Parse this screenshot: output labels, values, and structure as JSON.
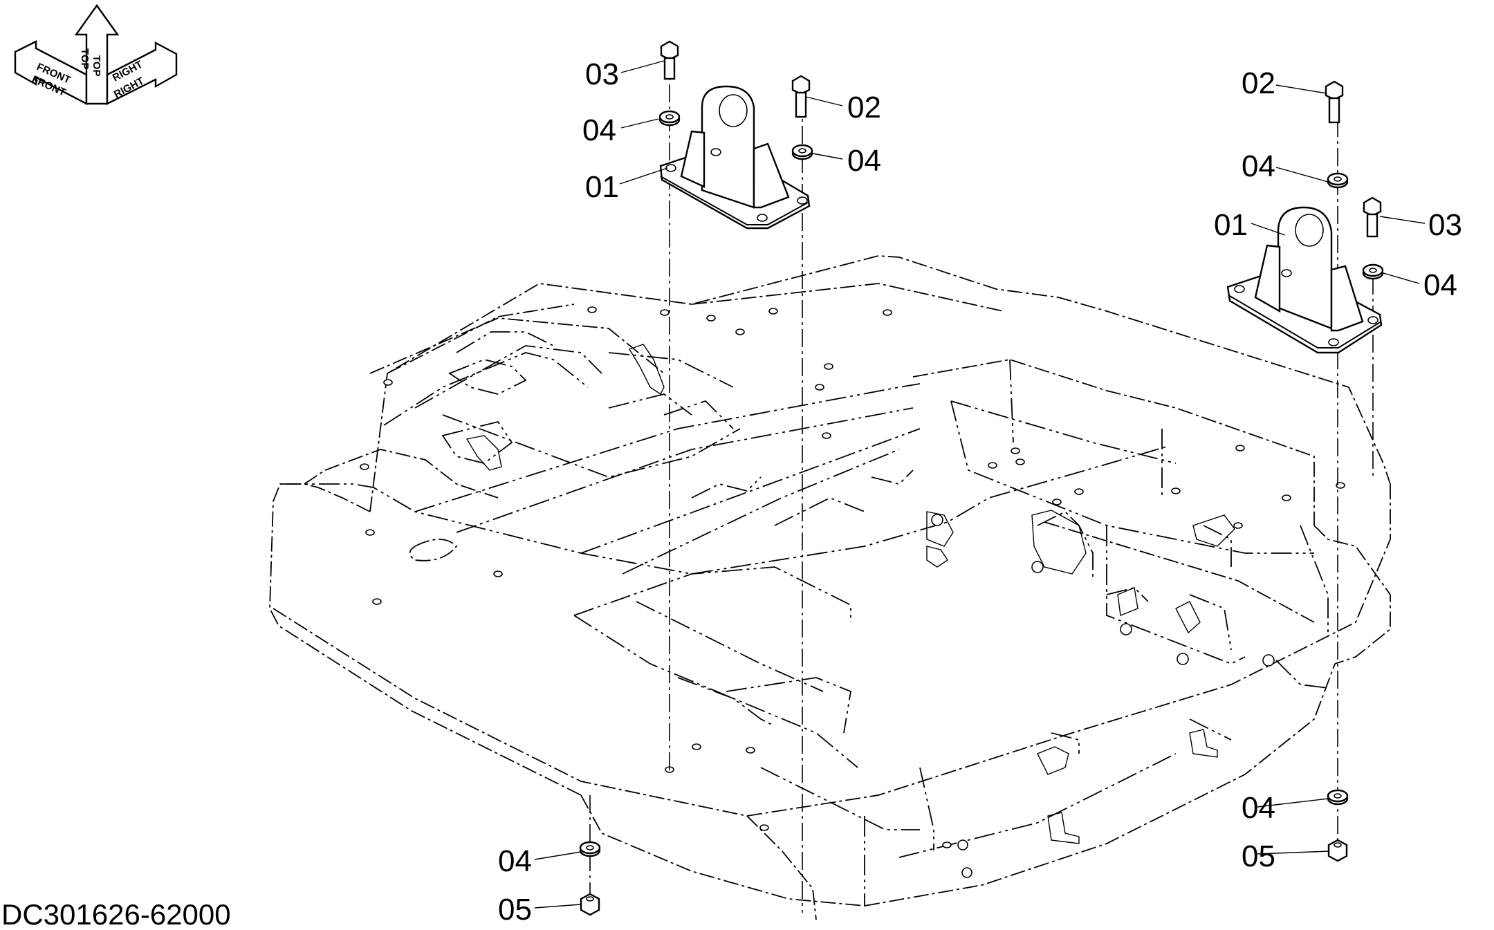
{
  "document_id": "DC301626-62000",
  "orientation": {
    "front": "FRONT",
    "top": "TOP",
    "right": "RIGHT"
  },
  "callouts": {
    "left_bracket": {
      "bolt_03": "03",
      "washer_04_left": "04",
      "bracket_01": "01",
      "bolt_02": "02",
      "washer_04_right": "04"
    },
    "right_bracket": {
      "bolt_02": "02",
      "washer_04_top": "04",
      "bracket_01": "01",
      "bolt_03": "03",
      "washer_04_side": "04"
    },
    "bottom_left": {
      "washer_04": "04",
      "nut_05": "05"
    },
    "bottom_right": {
      "washer_04": "04",
      "nut_05": "05"
    }
  }
}
